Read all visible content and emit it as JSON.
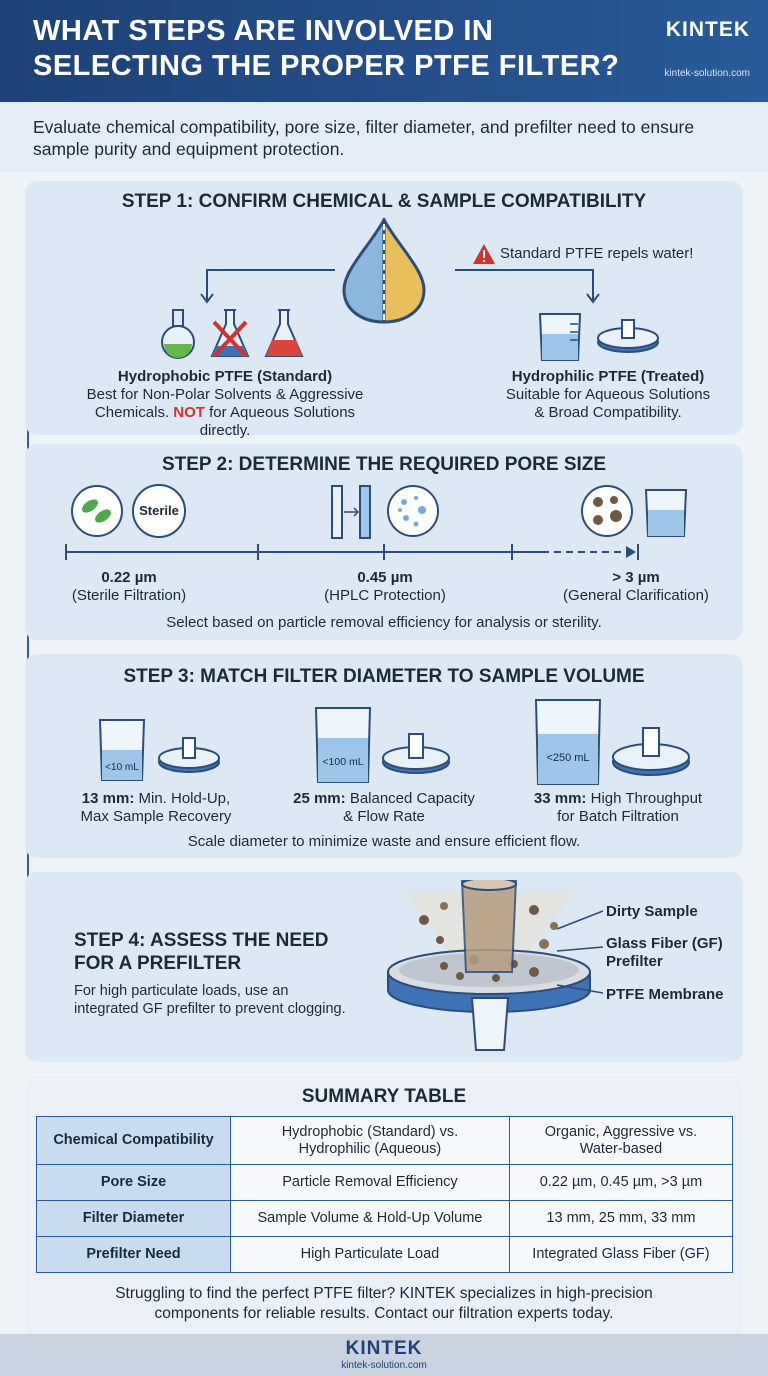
{
  "header": {
    "title": "WHAT STEPS ARE INVOLVED IN SELECTING THE PROPER PTFE FILTER?",
    "brand": "KINTEK",
    "url": "kintek-solution.com"
  },
  "intro": "Evaluate chemical compatibility, pore size, filter diameter, and prefilter need to ensure sample purity and equipment protection.",
  "step1": {
    "title": "STEP 1: CONFIRM CHEMICAL & SAMPLE COMPATIBILITY",
    "warning": "Standard PTFE repels water!",
    "left_title": "Hydrophobic PTFE (Standard)",
    "left_line1": "Best for Non-Polar Solvents & Aggressive",
    "left_line2a": "Chemicals.",
    "left_not": "NOT",
    "left_line2b": "for Aqueous Solutions directly.",
    "right_title": "Hydrophilic PTFE (Treated)",
    "right_line1": "Suitable for Aqueous Solutions",
    "right_line2": "& Broad Compatibility."
  },
  "step2": {
    "title": "STEP 2: DETERMINE THE REQUIRED PORE SIZE",
    "sterile_badge": "Sterile",
    "points": [
      {
        "value": "0.22 µm",
        "desc": "(Sterile Filtration)"
      },
      {
        "value": "0.45 µm",
        "desc": "(HPLC Protection)"
      },
      {
        "value": "> 3 µm",
        "desc": "(General Clarification)"
      }
    ],
    "note": "Select based on particle removal efficiency for analysis or sterility."
  },
  "step3": {
    "title": "STEP 3: MATCH FILTER DIAMETER TO SAMPLE VOLUME",
    "items": [
      {
        "volume": "<10 mL",
        "size": "13 mm:",
        "line1": "Min. Hold-Up,",
        "line2": "Max Sample Recovery"
      },
      {
        "volume": "<100 mL",
        "size": "25 mm:",
        "line1": "Balanced Capacity",
        "line2": "& Flow Rate"
      },
      {
        "volume": "<250 mL",
        "size": "33 mm:",
        "line1": "High Throughput",
        "line2": "for Batch Filtration"
      }
    ],
    "note": "Scale diameter to minimize waste and ensure efficient flow."
  },
  "step4": {
    "title_line1": "STEP 4: ASSESS THE NEED",
    "title_line2": "FOR A PREFILTER",
    "body_line1": "For high particulate loads, use an",
    "body_line2": "integrated GF prefilter to prevent clogging.",
    "labels": {
      "dirty": "Dirty Sample",
      "gf1": "Glass Fiber (GF)",
      "gf2": "Prefilter",
      "membrane": "PTFE Membrane"
    }
  },
  "summary": {
    "title": "SUMMARY TABLE",
    "rows": [
      {
        "key": "Chemical Compatibility",
        "c1a": "Hydrophobic (Standard) vs.",
        "c1b": "Hydrophilic (Aqueous)",
        "c2a": "Organic, Aggressive vs.",
        "c2b": "Water-based"
      },
      {
        "key": "Pore Size",
        "c1": "Particle Removal Efficiency",
        "c2": "0.22 µm, 0.45 µm, >3 µm"
      },
      {
        "key": "Filter Diameter",
        "c1": "Sample Volume & Hold-Up Volume",
        "c2": "13 mm, 25 mm, 33 mm"
      },
      {
        "key": "Prefilter Need",
        "c1": "High Particulate Load",
        "c2": "Integrated Glass Fiber (GF)"
      }
    ],
    "cta_line1": "Struggling to find the perfect PTFE filter? KINTEK specializes in high-precision",
    "cta_line2": "components for reliable results. Contact our filtration experts today."
  },
  "footer": {
    "brand": "KINTEK",
    "url": "kintek-solution.com"
  },
  "colors": {
    "header": "#1d4178",
    "accent": "#2a5a99",
    "panel": "#dce8f3",
    "warning": "#d0342c"
  }
}
